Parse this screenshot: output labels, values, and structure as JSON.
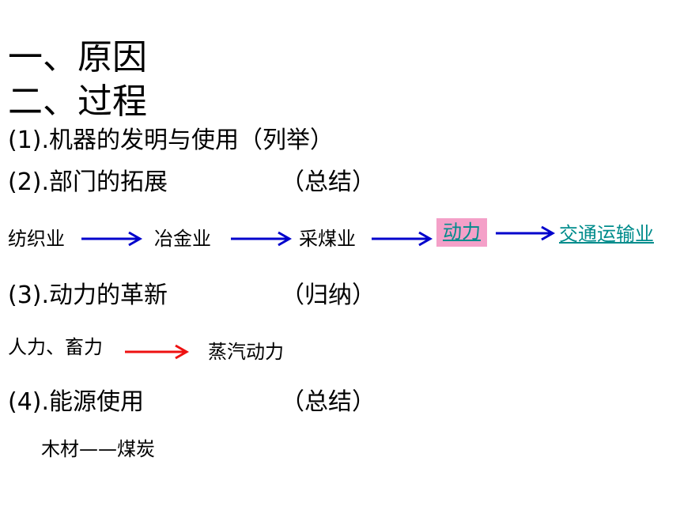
{
  "headings": [
    "一、原因",
    "二、过程"
  ],
  "items": {
    "i1": "(1).机器的发明与使用（列举）",
    "i2_main": "(2).部门的拓展",
    "i2_note": "（总结）",
    "i3_main": "(3).动力的革新",
    "i3_note": "（归纳）",
    "i4_main": "(4).能源使用",
    "i4_note": "（总结）"
  },
  "chain_sectors": [
    "纺织业",
    "冶金业",
    "采煤业",
    "动力",
    "交通运输业"
  ],
  "chain_power": {
    "from": "人力、畜力",
    "to": "蒸汽动力"
  },
  "energy_line": "木材——煤炭",
  "colors": {
    "blue_arrow": "#0000cc",
    "red_arrow": "#ee1111",
    "link": "#008c8c",
    "highlight": "#f4a0c8"
  }
}
